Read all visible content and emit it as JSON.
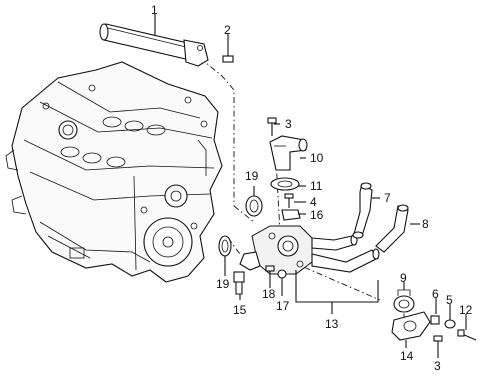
{
  "callouts": [
    "1",
    "2",
    "3",
    "10",
    "19",
    "11",
    "4",
    "16",
    "7",
    "8",
    "19",
    "15",
    "18",
    "17",
    "13",
    "9",
    "6",
    "5",
    "12",
    "14",
    "3"
  ]
}
